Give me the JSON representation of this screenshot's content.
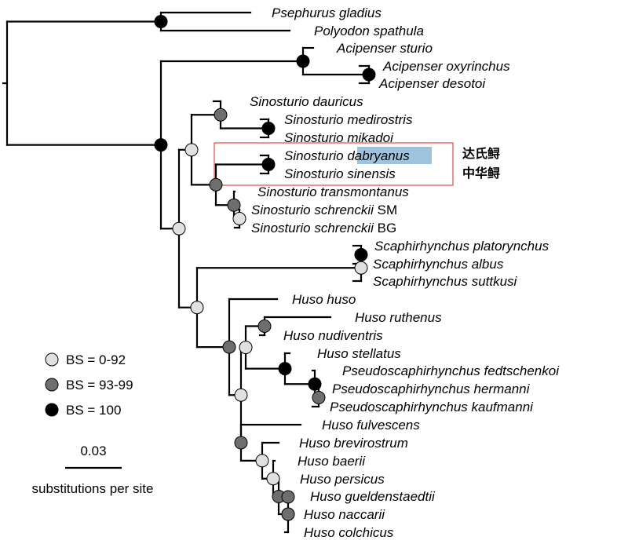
{
  "colors": {
    "bs_low": "#e0e0e0",
    "bs_mid": "#6e6e6e",
    "bs_high": "#000000",
    "highlight_box": "#d94a4a",
    "highlight_fill": "#9ec3dd"
  },
  "taxa": [
    {
      "genus": "Psephurus",
      "species": "gladius",
      "suffix": ""
    },
    {
      "genus": "Polyodon",
      "species": "spathula",
      "suffix": ""
    },
    {
      "genus": "Acipenser",
      "species": "sturio",
      "suffix": ""
    },
    {
      "genus": "Acipenser",
      "species": "oxyrinchus",
      "suffix": ""
    },
    {
      "genus": "Acipenser",
      "species": "desotoi",
      "suffix": ""
    },
    {
      "genus": "Sinosturio",
      "species": "dauricus",
      "suffix": ""
    },
    {
      "genus": "Sinosturio",
      "species": "medirostris",
      "suffix": ""
    },
    {
      "genus": "Sinosturio",
      "species": "mikadoi",
      "suffix": ""
    },
    {
      "genus": "Sinosturio",
      "species": "dabryanus",
      "suffix": ""
    },
    {
      "genus": "Sinosturio",
      "species": "sinensis",
      "suffix": ""
    },
    {
      "genus": "Sinosturio",
      "species": "transmontanus",
      "suffix": ""
    },
    {
      "genus": "Sinosturio",
      "species": "schrenckii",
      "suffix": "SM"
    },
    {
      "genus": "Sinosturio",
      "species": "schrenckii",
      "suffix": "BG"
    },
    {
      "genus": "Scaphirhynchus",
      "species": "platorynchus",
      "suffix": ""
    },
    {
      "genus": "Scaphirhynchus",
      "species": "albus",
      "suffix": ""
    },
    {
      "genus": "Scaphirhynchus",
      "species": "suttkusi",
      "suffix": ""
    },
    {
      "genus": "Huso",
      "species": "huso",
      "suffix": ""
    },
    {
      "genus": "Huso",
      "species": "ruthenus",
      "suffix": ""
    },
    {
      "genus": "Huso",
      "species": "nudiventris",
      "suffix": ""
    },
    {
      "genus": "Huso",
      "species": "stellatus",
      "suffix": ""
    },
    {
      "genus": "Pseudoscaphirhynchus",
      "species": "fedtschenkoi",
      "suffix": ""
    },
    {
      "genus": "Pseudoscaphirhynchus",
      "species": "hermanni",
      "suffix": ""
    },
    {
      "genus": "Pseudoscaphirhynchus",
      "species": "kaufmanni",
      "suffix": ""
    },
    {
      "genus": "Huso",
      "species": "fulvescens",
      "suffix": ""
    },
    {
      "genus": "Huso",
      "species": "brevirostrum",
      "suffix": ""
    },
    {
      "genus": "Huso",
      "species": "baerii",
      "suffix": ""
    },
    {
      "genus": "Huso",
      "species": "persicus",
      "suffix": ""
    },
    {
      "genus": "Huso",
      "species": "gueldenstaedtii",
      "suffix": ""
    },
    {
      "genus": "Huso",
      "species": "naccarii",
      "suffix": ""
    },
    {
      "genus": "Huso",
      "species": "colchicus",
      "suffix": ""
    }
  ],
  "chinese_labels": [
    "达氏鲟",
    "中华鲟"
  ],
  "legend": [
    {
      "label": "BS = 0-92",
      "support": "low"
    },
    {
      "label": "BS = 93-99",
      "support": "mid"
    },
    {
      "label": "BS = 100",
      "support": "high"
    }
  ],
  "scale": {
    "value": "0.03",
    "caption": "substitutions per site"
  }
}
